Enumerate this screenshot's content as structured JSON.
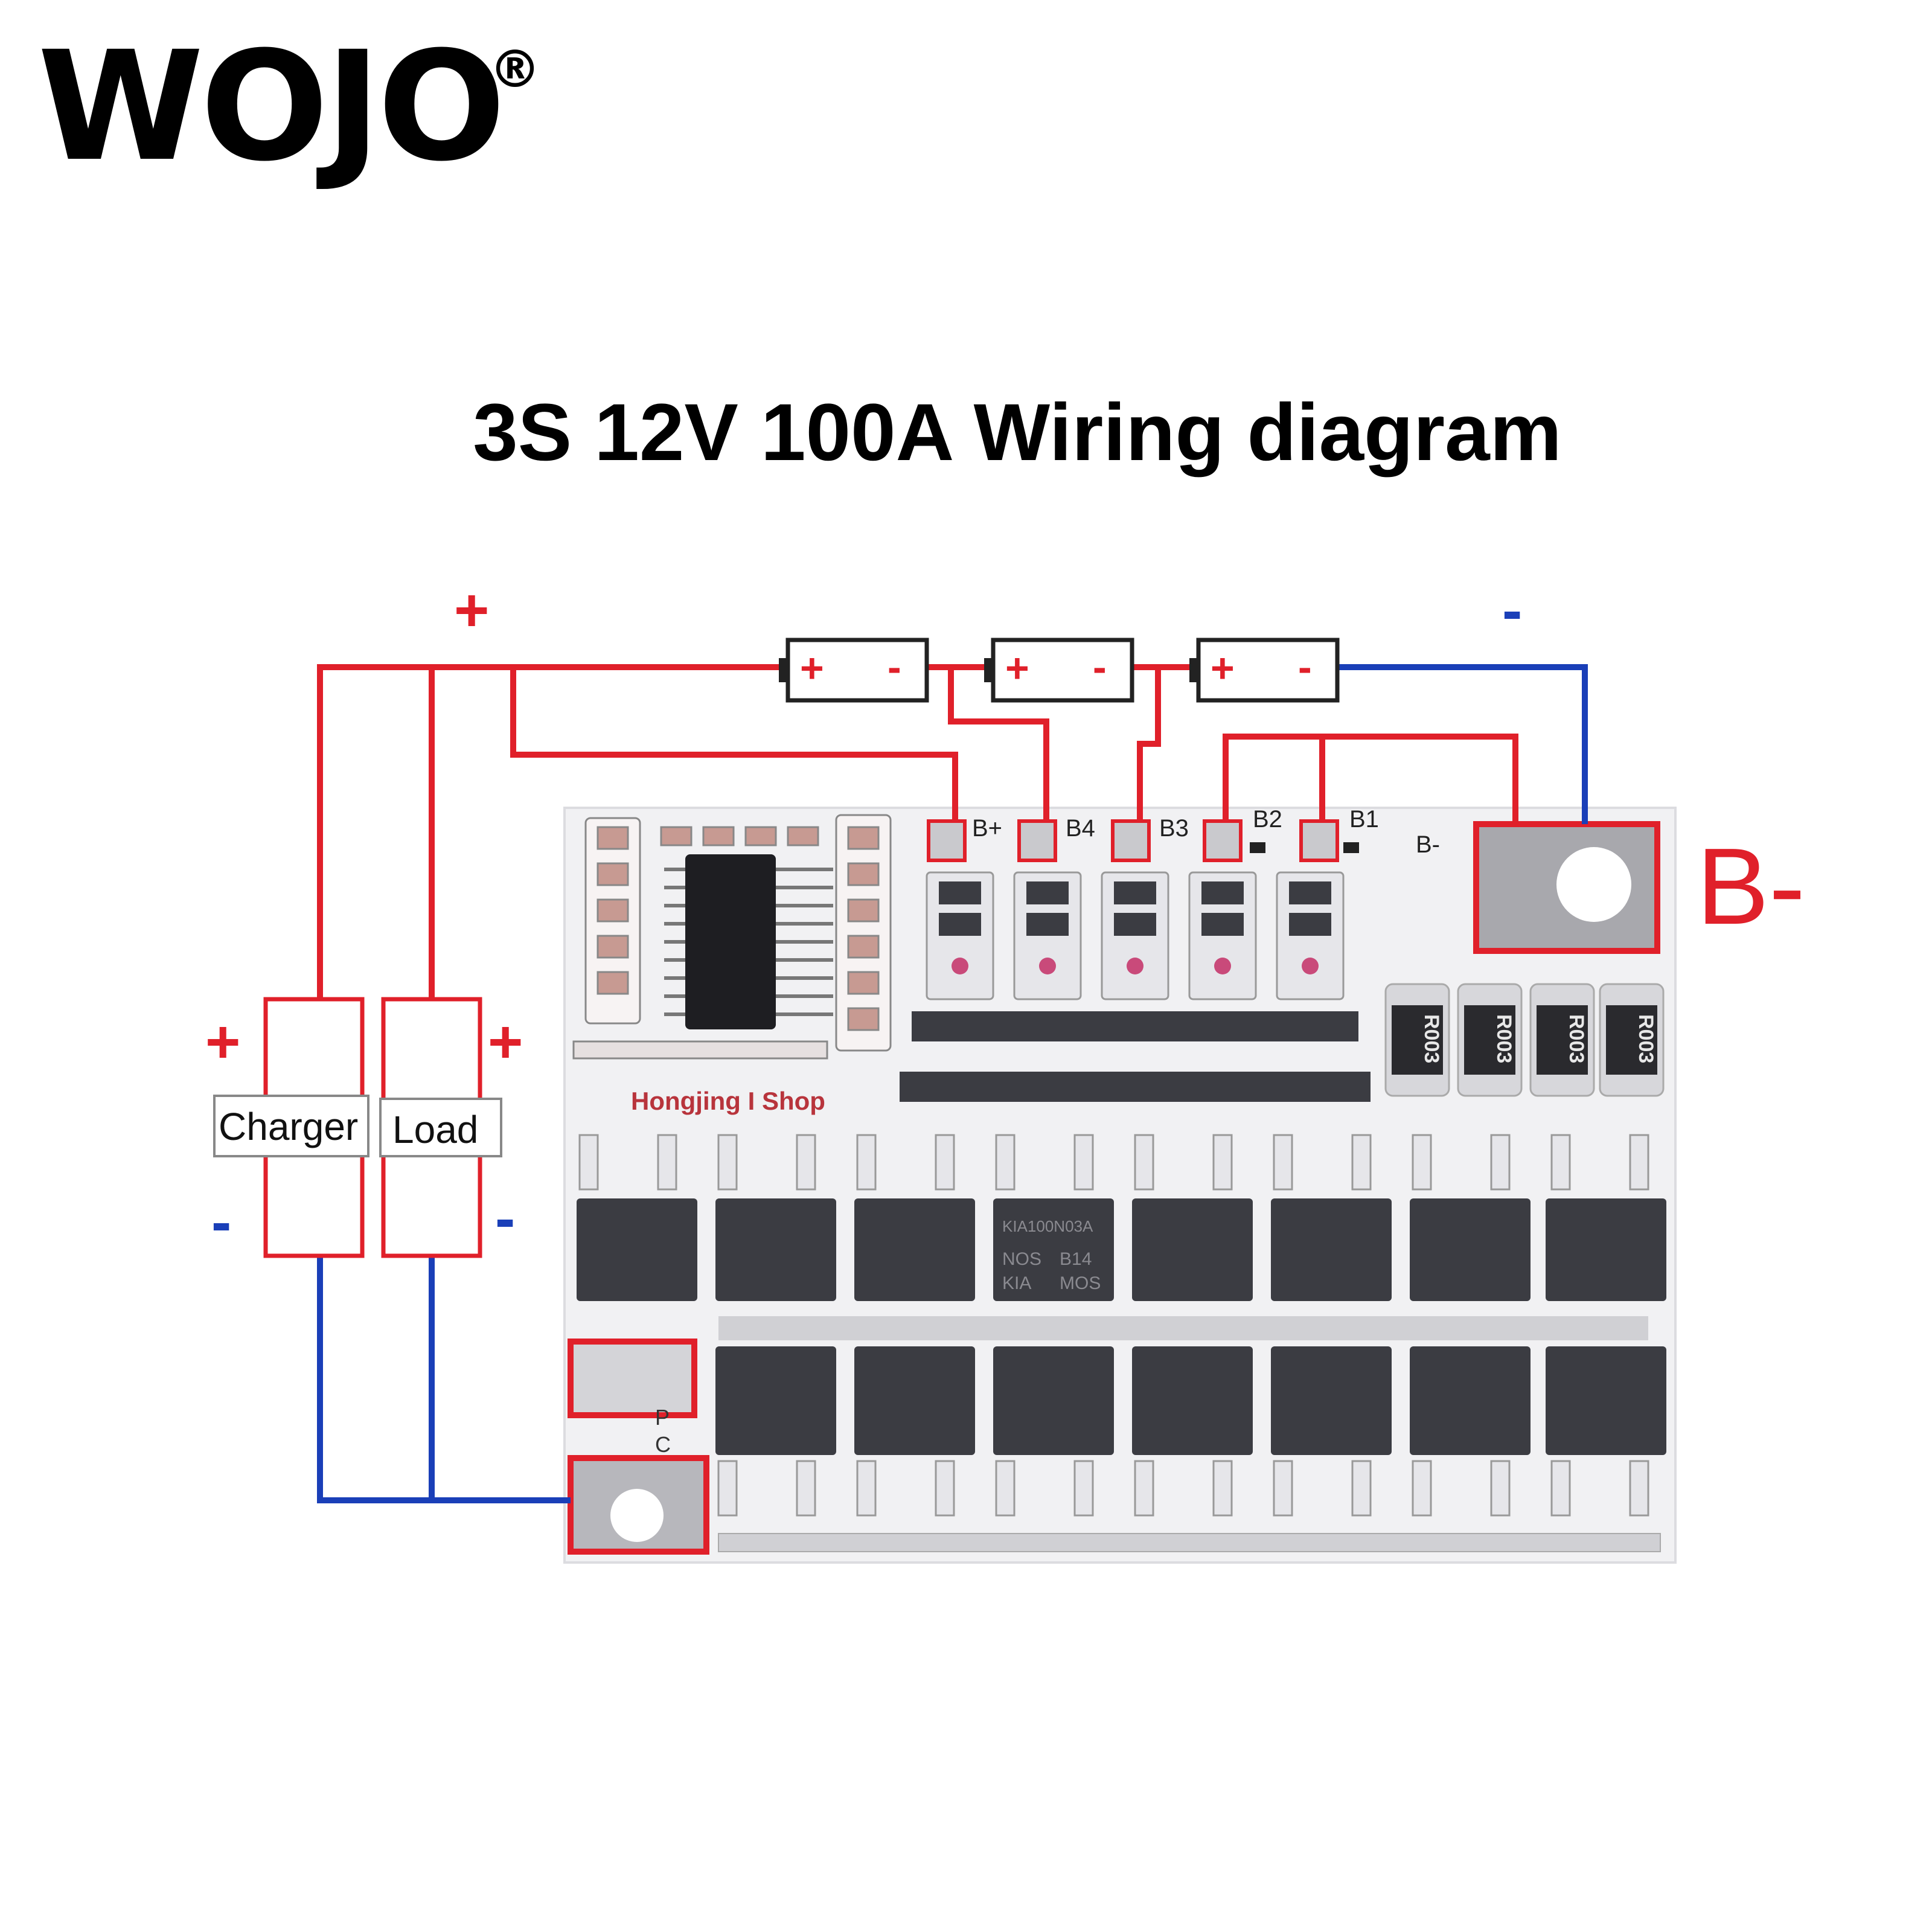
{
  "brand": {
    "name": "WOJO",
    "registered_mark": "®"
  },
  "title": "3S 12V 100A Wiring diagram",
  "colors": {
    "positive": "#e0202a",
    "negative": "#1a3fb8",
    "board": "#f1f1f3",
    "component": "#3b3c42"
  },
  "cells": [
    {
      "plus": "+",
      "minus": "-"
    },
    {
      "plus": "+",
      "minus": "-"
    },
    {
      "plus": "+",
      "minus": "-"
    }
  ],
  "polarity": {
    "top_plus": "+",
    "top_minus": "-",
    "charger_plus": "+",
    "charger_minus": "-",
    "load_plus": "+",
    "load_minus": "-"
  },
  "devices": {
    "charger": "Charger",
    "load": "Load"
  },
  "board": {
    "pads": [
      "B+",
      "B4",
      "B3",
      "B2",
      "B1",
      "B-"
    ],
    "silk_label": "Hongjing I Shop",
    "shunts": [
      "R003",
      "R003",
      "R003",
      "R003"
    ],
    "mosfet_text": [
      "KIA",
      "MOS",
      "NOS",
      "B14",
      "KIA100N03A"
    ],
    "pc_label": [
      "P",
      "C"
    ]
  },
  "big_label": "B-"
}
